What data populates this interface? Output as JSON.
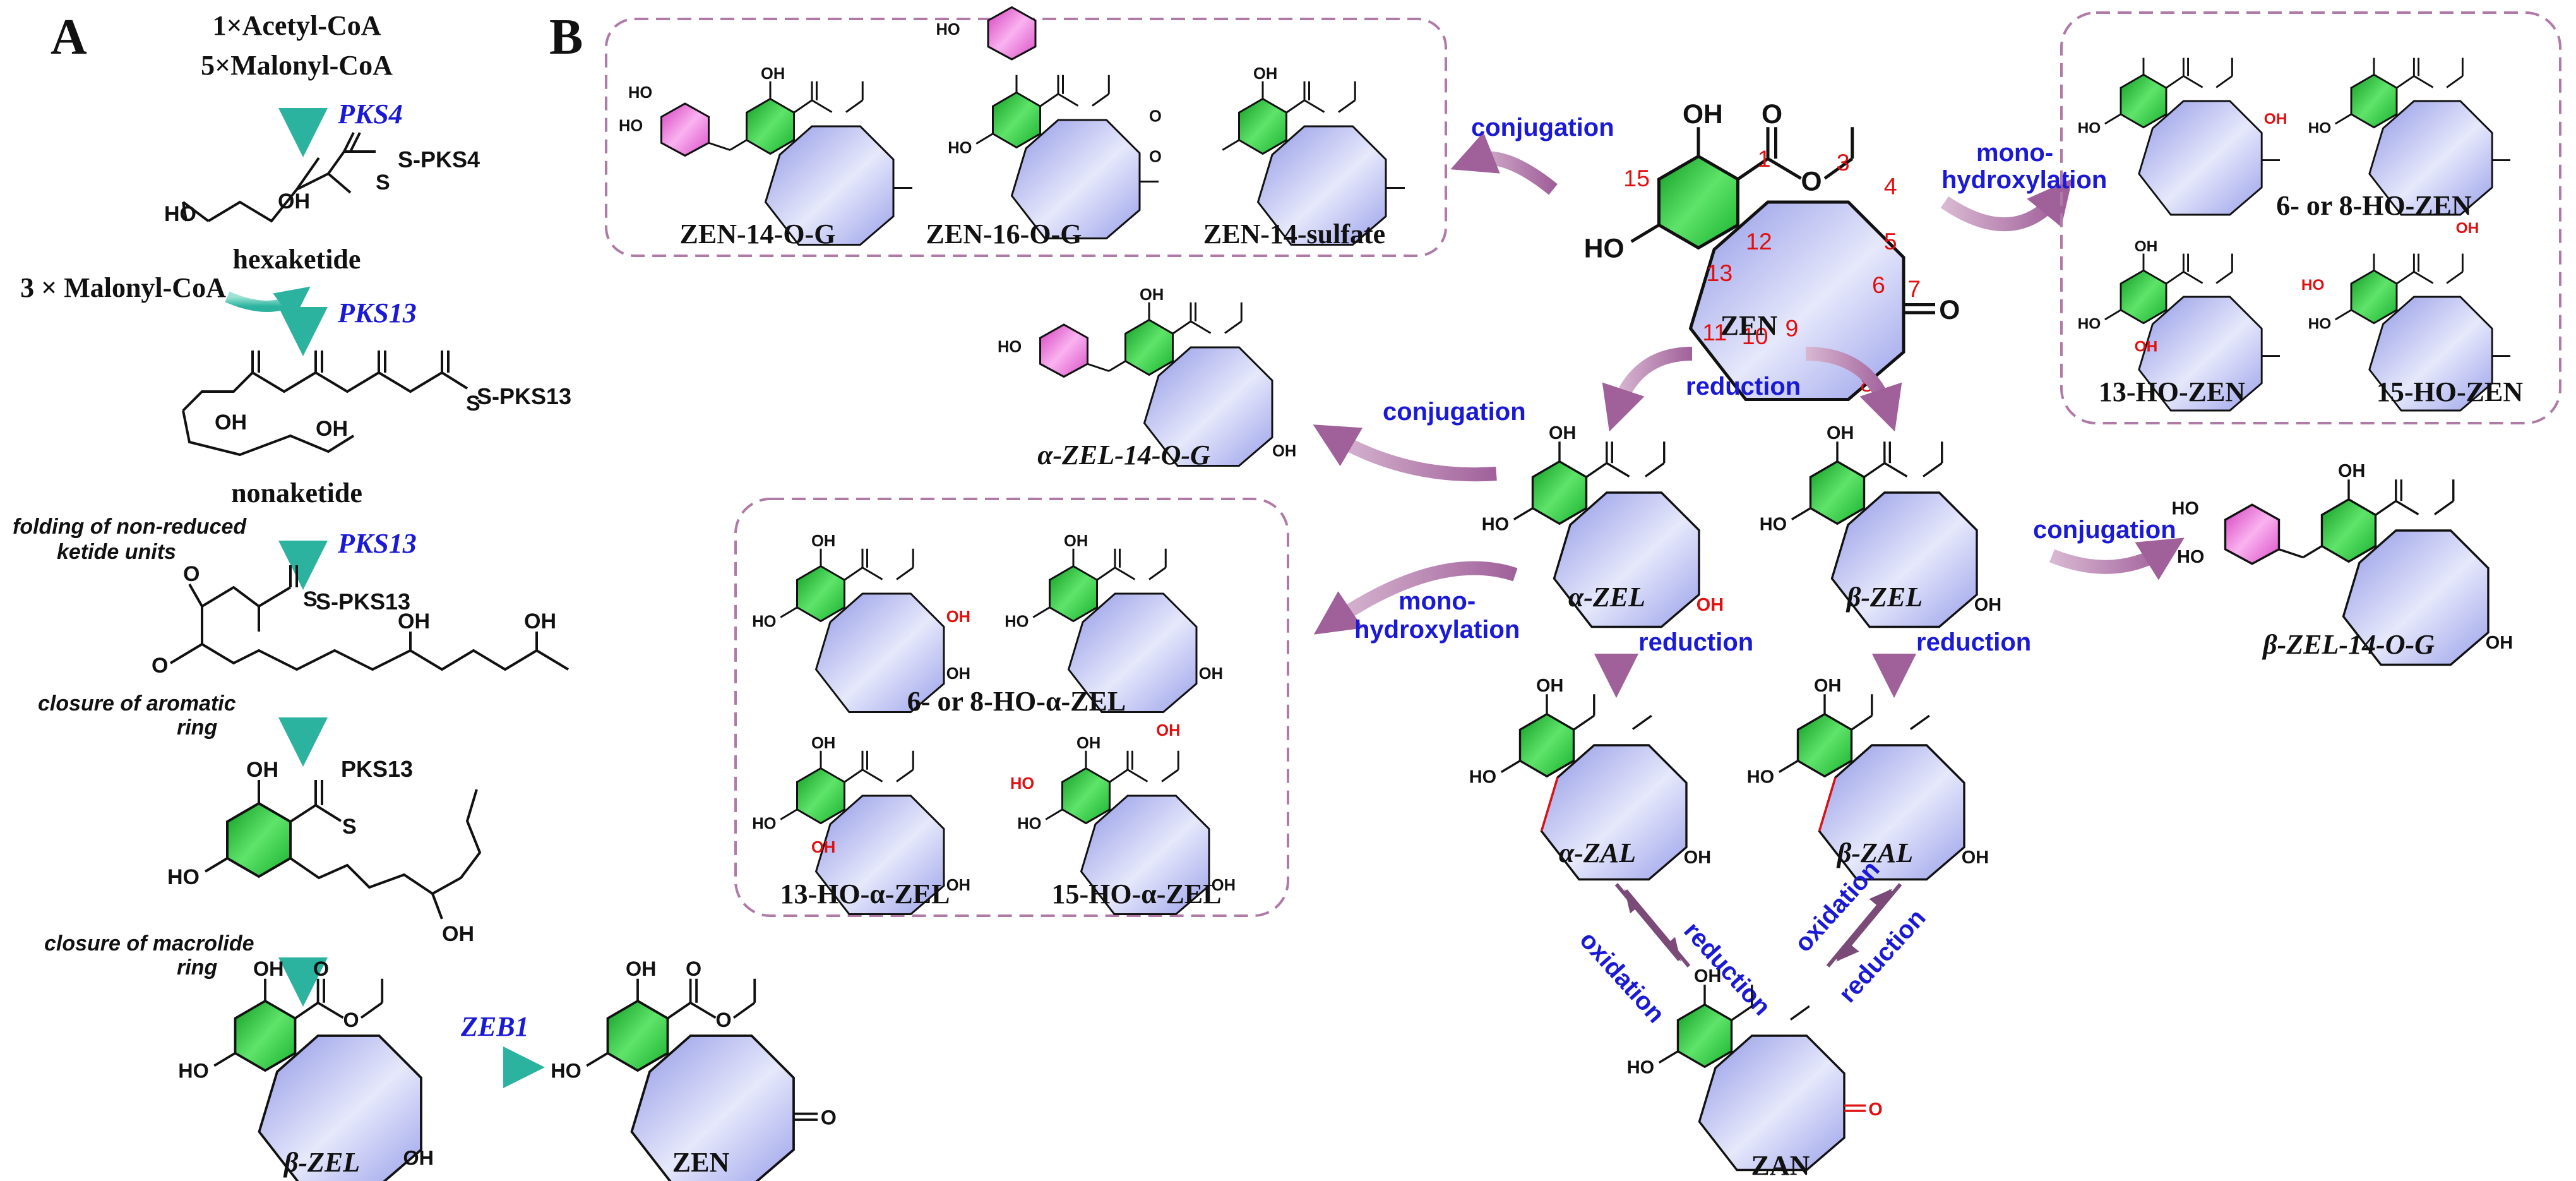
{
  "panels": {
    "a": "A",
    "b": "B"
  },
  "panel_a": {
    "start_line1": "1×Acetyl-CoA",
    "start_line2": "5×Malonyl-CoA",
    "enzyme_pks4": "PKS4",
    "hexaketide_thioester": "S-PKS4",
    "hexaketide": "hexaketide",
    "malonyl_3": "3 × Malonyl-CoA",
    "enzyme_pks13_a": "PKS13",
    "nonaketide_thioester": "S-PKS13",
    "nonaketide": "nonaketide",
    "step_folding_l1": "folding of non-reduced",
    "step_folding_l2": "ketide units",
    "enzyme_pks13_b": "PKS13",
    "folded_thioester": "S-PKS13",
    "step_aromatic_l1": "closure of aromatic",
    "step_aromatic_l2": "ring",
    "ring_pks": "PKS13",
    "step_macrolide_l1": "closure of macrolide",
    "step_macrolide_l2": "ring",
    "beta_zel": "β-ZEL",
    "enzyme_zeb1": "ZEB1",
    "zen": "ZEN"
  },
  "panel_b": {
    "zen_center": "ZEN",
    "conj_box": {
      "zen14og": "ZEN-14-O-G",
      "zen16og": "ZEN-16-O-G",
      "zen14s": "ZEN-14-sulfate"
    },
    "hyd_box": {
      "zen68": "6- or 8-HO-ZEN",
      "zen13": "13-HO-ZEN",
      "zen15": "15-HO-ZEN"
    },
    "azel14og": "α-ZEL-14-O-G",
    "azel": "α-ZEL",
    "bzel": "β-ZEL",
    "bzel14og": "β-ZEL-14-O-G",
    "azel_hyd_box": {
      "a68": "6- or 8-HO-α-ZEL",
      "a13": "13-HO-α-ZEL",
      "a15": "15-HO-α-ZEL"
    },
    "azal": "α-ZAL",
    "bzal": "β-ZAL",
    "zan": "ZAN",
    "rx": {
      "conjugation_1": "conjugation",
      "mono_hydroxylation_1_l1": "mono-",
      "mono_hydroxylation_1_l2": "hydroxylation",
      "reduction_top": "reduction",
      "conjugation_2": "conjugation",
      "conjugation_3": "conjugation",
      "mono_hydroxylation_2_l1": "mono-",
      "mono_hydroxylation_2_l2": "hydroxylation",
      "reduction_a": "reduction",
      "reduction_b": "reduction",
      "reduction_zal_a": "reduction",
      "oxidation_zal_a": "oxidation",
      "oxidation_zal_b": "oxidation",
      "reduction_zal_b": "reduction"
    },
    "atom_numbers": [
      "1",
      "3",
      "4",
      "5",
      "6",
      "7",
      "8",
      "9",
      "10",
      "11",
      "12",
      "13",
      "15"
    ]
  },
  "atoms": {
    "oh": "OH",
    "ho": "HO",
    "o": "O",
    "s": "S",
    "so3": "O",
    "k": "O"
  },
  "colors": {
    "aromatic_ring": "#2fcf3f",
    "macrocycle": "#b3b8f0",
    "sugar": "#f06ee0",
    "teal_arrow": "#3fbfae",
    "mauve_arrow": "#b07aa6",
    "enzyme_text": "#1a1ad6",
    "highlight": "#e01010"
  }
}
